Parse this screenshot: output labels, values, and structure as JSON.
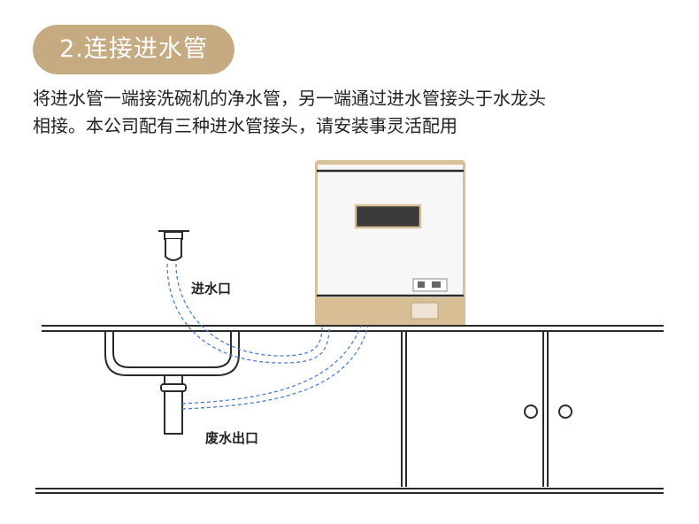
{
  "title": "2.连接进水管",
  "description": {
    "line1": "将进水管一端接洗碗机的净水管，另一端通过进水管接头于水龙头",
    "line2": "相接。本公司配有三种进水管接头，请安装事灵活配用"
  },
  "labels": {
    "inlet": "进水口",
    "drain": "废水出口"
  },
  "colors": {
    "accent": "#c6ab82",
    "hose": "#4a7fd0",
    "outline": "#2a2a2a",
    "appliance_gold": "#d9bf96"
  }
}
